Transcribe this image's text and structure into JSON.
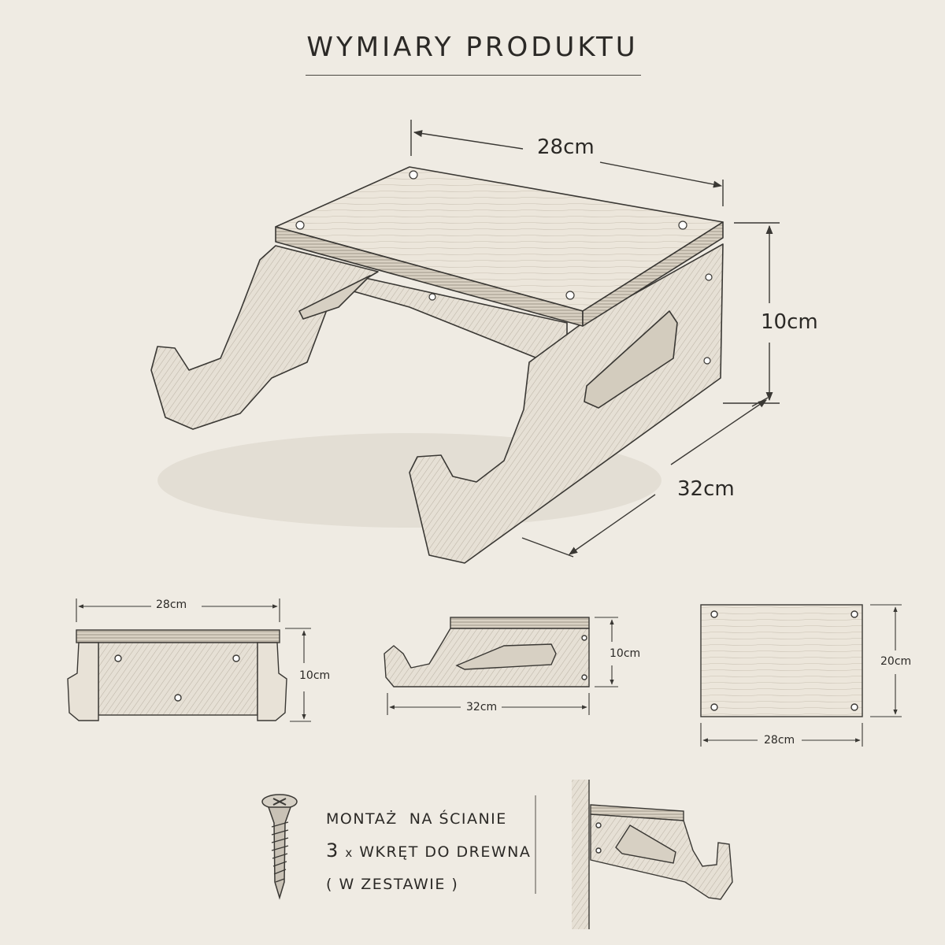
{
  "title": "WYMIARY PRODUKTU",
  "main_view": {
    "width_label": "28cm",
    "height_label": "10cm",
    "depth_label": "32cm"
  },
  "front_view": {
    "width_label": "28cm",
    "height_label": "10cm"
  },
  "side_view": {
    "depth_label": "32cm",
    "height_label": "10cm"
  },
  "top_view": {
    "width_label": "28cm",
    "depth_label": "20cm"
  },
  "mounting": {
    "line1": "MONTAŻ  NA ŚCIANIE",
    "quantity": "3",
    "multiplier": "x",
    "line2": "WKRĘT DO DREWNA",
    "line3": "( W ZESTAWIE )"
  }
}
